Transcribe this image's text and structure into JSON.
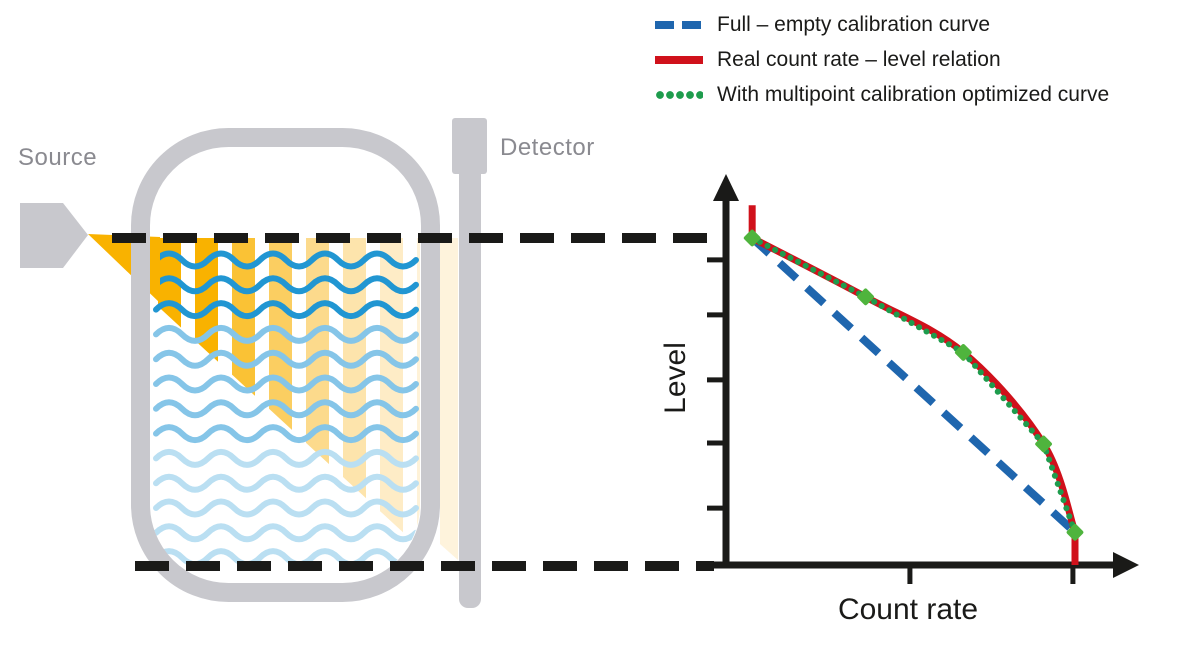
{
  "page": {
    "background": "#ffffff"
  },
  "legend": {
    "items": [
      {
        "label": "Full – empty calibration curve",
        "style": "dashed",
        "color": "#1F66AE"
      },
      {
        "label": "Real count rate – level relation",
        "style": "solid",
        "color": "#D0111B"
      },
      {
        "label": "With multipoint calibration optimized curve",
        "style": "dotted",
        "color": "#1E9C4D"
      }
    ]
  },
  "illustration": {
    "source_label": "Source",
    "detector_label": "Detector",
    "tank_color": "#C8C8CD",
    "beam_color": "#F9B200",
    "label_color": "#8A8A90",
    "wave_colors": [
      "#2196D2",
      "#85C5E8",
      "#BADFF2"
    ],
    "level_line_style": "black dashed, marks liquid level (full) and vessel bottom (empty)"
  },
  "chart_data": {
    "type": "line",
    "title": "",
    "xlabel": "Count rate",
    "ylabel": "Level",
    "grid": false,
    "legend_position": "top-right",
    "x_axis": {
      "range": [
        0,
        1
      ],
      "ticks": [
        0.527,
        0.994
      ],
      "tick_labels": []
    },
    "y_axis": {
      "range": [
        0,
        1
      ],
      "ticks": [
        0.174,
        0.373,
        0.566,
        0.765,
        0.933
      ],
      "tick_labels": []
    },
    "series": [
      {
        "name": "Full – empty calibration curve",
        "style": "dashed",
        "color": "#1F66AE",
        "points": [
          [
            0.075,
            1.0
          ],
          [
            1.0,
            0.1
          ]
        ]
      },
      {
        "name": "Real count rate – level relation",
        "style": "solid",
        "color": "#D0111B",
        "note": "smooth curve with short vertical segments at both ends",
        "points": [
          [
            0.075,
            1.1
          ],
          [
            0.075,
            1.0
          ],
          [
            0.4,
            0.82
          ],
          [
            0.68,
            0.65
          ],
          [
            0.91,
            0.37
          ],
          [
            1.0,
            0.1
          ],
          [
            1.0,
            0.0
          ]
        ]
      },
      {
        "name": "With multipoint calibration optimized curve",
        "style": "dotted",
        "color": "#1E9C4D",
        "note": "piecewise-linear through calibration points",
        "points": [
          [
            0.075,
            1.0
          ],
          [
            0.4,
            0.82
          ],
          [
            0.68,
            0.65
          ],
          [
            0.91,
            0.37
          ],
          [
            1.0,
            0.1
          ]
        ]
      }
    ],
    "calibration_points": {
      "marker": "diamond",
      "color": "#4FB43D",
      "points": [
        [
          0.075,
          1.0
        ],
        [
          0.4,
          0.82
        ],
        [
          0.68,
          0.65
        ],
        [
          0.91,
          0.37
        ],
        [
          1.0,
          0.1
        ]
      ]
    },
    "annotations": {
      "full_level_dashed_line_y": 1.0,
      "empty_level_dashed_line_y": 0.0
    }
  }
}
